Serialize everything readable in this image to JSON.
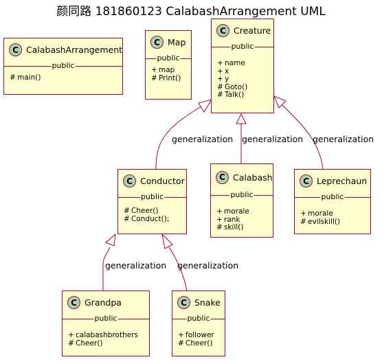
{
  "title": "颜同路 181860123 CalabashArrangement UML",
  "classes": {
    "calabash_arrangement": {
      "badge": "C",
      "name": "CalabashArrangement",
      "section": "public",
      "members": [
        {
          "vis": "#",
          "name": "main()"
        }
      ]
    },
    "map": {
      "badge": "C",
      "name": "Map",
      "section": "public",
      "members": [
        {
          "vis": "+",
          "name": "map"
        },
        {
          "vis": "#",
          "name": "Print()"
        }
      ]
    },
    "creature": {
      "badge": "C",
      "name": "Creature",
      "section": "public",
      "members": [
        {
          "vis": "+",
          "name": "name"
        },
        {
          "vis": "+",
          "name": "x"
        },
        {
          "vis": "+",
          "name": "y"
        },
        {
          "vis": "#",
          "name": "Goto()"
        },
        {
          "vis": "#",
          "name": "Talk()"
        }
      ]
    },
    "conductor": {
      "badge": "C",
      "name": "Conductor",
      "section": "public",
      "members": [
        {
          "vis": "#",
          "name": "Cheer()"
        },
        {
          "vis": "#",
          "name": "Conduct();"
        }
      ]
    },
    "calabash": {
      "badge": "C",
      "name": "Calabash",
      "section": "public",
      "members": [
        {
          "vis": "+",
          "name": "morale"
        },
        {
          "vis": "+",
          "name": "rank"
        },
        {
          "vis": "#",
          "name": "skill()"
        }
      ]
    },
    "leprechaun": {
      "badge": "C",
      "name": "Leprechaun",
      "section": "public",
      "members": [
        {
          "vis": "+",
          "name": "morale"
        },
        {
          "vis": "#",
          "name": "evilskill()"
        }
      ]
    },
    "grandpa": {
      "badge": "C",
      "name": "Grandpa",
      "section": "public",
      "members": [
        {
          "vis": "+",
          "name": "calabashbrothers"
        },
        {
          "vis": "#",
          "name": "Cheer()"
        }
      ]
    },
    "snake": {
      "badge": "C",
      "name": "Snake",
      "section": "public",
      "members": [
        {
          "vis": "+",
          "name": "follower"
        },
        {
          "vis": "#",
          "name": "Cheer()"
        }
      ]
    }
  },
  "relations": {
    "conductor_creature": "generalization",
    "calabash_creature": "generalization",
    "leprechaun_creature": "generalization",
    "grandpa_conductor": "generalization",
    "snake_conductor": "generalization"
  }
}
